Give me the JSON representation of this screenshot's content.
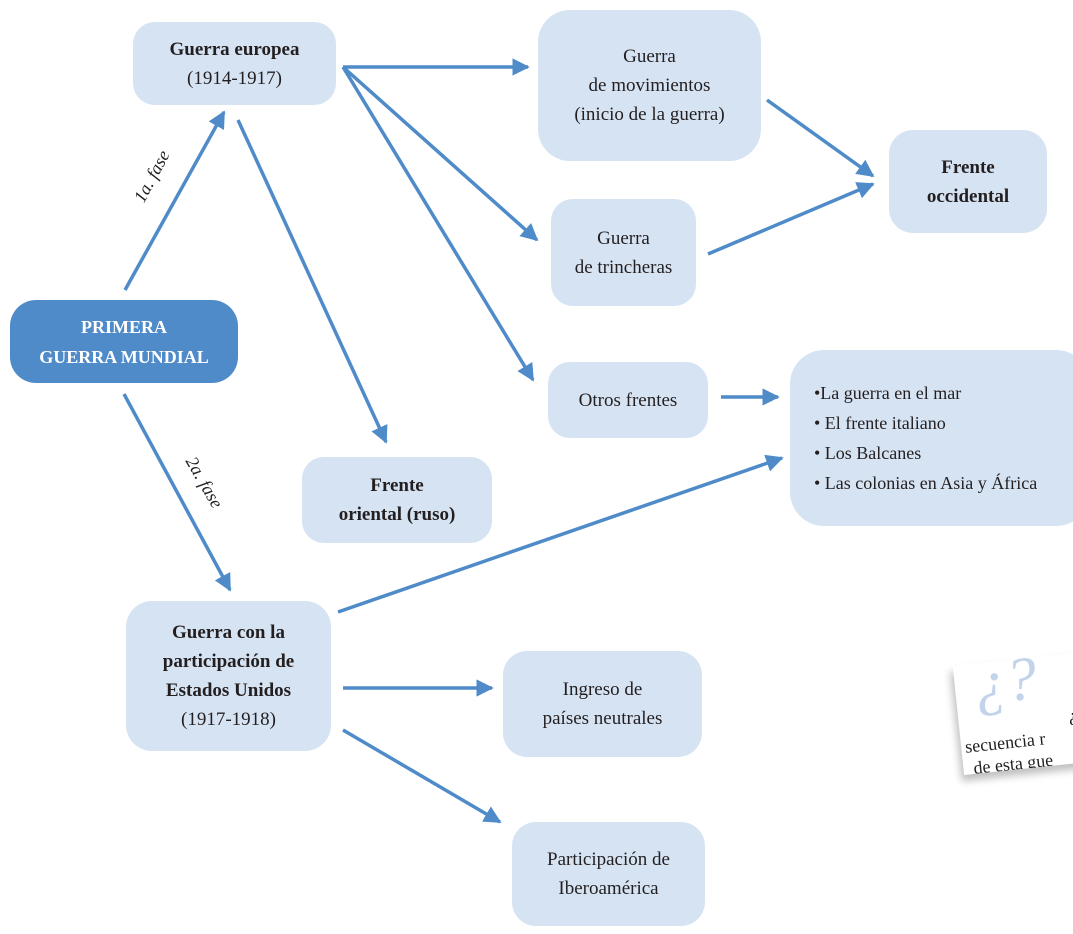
{
  "root": {
    "line1": "PRIMERA",
    "line2": "GUERRA MUNDIAL"
  },
  "phases": {
    "first": "1a. fase",
    "second": "2a. fase"
  },
  "european_war": {
    "title": "Guerra europea",
    "years": "(1914-1917)"
  },
  "us_war": {
    "line1": "Guerra con la",
    "line2": "participación de",
    "line3": "Estados Unidos",
    "years": "(1917-1918)"
  },
  "movement_war": {
    "line1": "Guerra",
    "line2": "de movimientos",
    "line3": "(inicio de la guerra)"
  },
  "trench_war": {
    "line1": "Guerra",
    "line2": "de trincheras"
  },
  "western_front": {
    "line1": "Frente",
    "line2": "occidental"
  },
  "eastern_front": {
    "line1": "Frente",
    "line2": "oriental (ruso)"
  },
  "other_fronts": {
    "label": "Otros frentes"
  },
  "other_list": {
    "items": [
      "•La guerra en el mar",
      "• El frente italiano",
      "• Los Balcanes",
      "• Las colonias en Asia y África"
    ]
  },
  "neutral_entry": {
    "line1": "Ingreso de",
    "line2": "países neutrales"
  },
  "latam": {
    "line1": "Participación de",
    "line2": "Iberoamérica"
  },
  "note": {
    "mark": "¿?",
    "line1": "¿",
    "line2": "secuencia r",
    "line3": "de esta gue"
  },
  "colors": {
    "node_fill": "#d6e3f3",
    "root_fill": "#4f8bc9",
    "arrow": "#4f8bc9"
  }
}
